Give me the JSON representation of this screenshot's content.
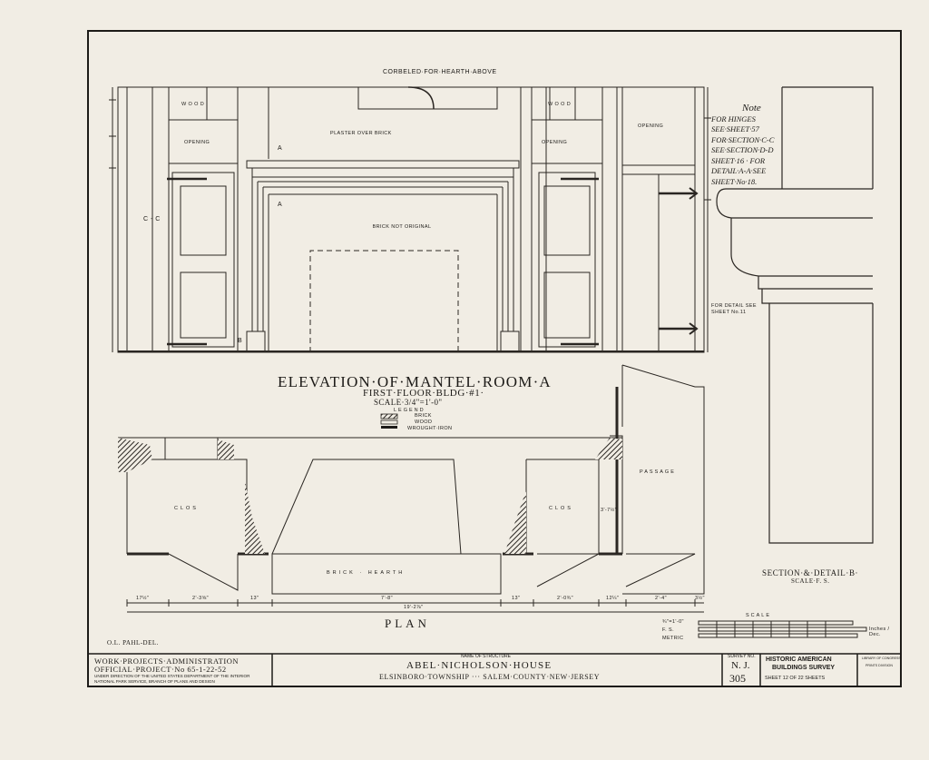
{
  "annotations": {
    "corbeled": "CORBELED·FOR·HEARTH·ABOVE",
    "plaster_over_brick": "PLASTER OVER BRICK",
    "wood_left": "W O O D",
    "wood_right": "W O O D",
    "opening_left": "OPENING",
    "opening_mid": "OPENING",
    "opening_right": "OPENING",
    "brick_not_original": "BRICK NOT ORIGINAL",
    "sec_a_upper": "A",
    "sec_a_lower": "A",
    "sec_c": "C - C",
    "sec_b": "B",
    "for_detail": "FOR DETAIL SEE SHEET No.11"
  },
  "note": {
    "heading": "Note",
    "lines": [
      "FOR HINGES",
      "SEE·SHEET·57",
      "FOR·SECTION·C-C",
      "SEE·SECTION·D-D",
      "SHEET·16 · FOR",
      "DETAIL·A-A·SEE",
      "SHEET·No·18."
    ]
  },
  "elevation": {
    "title": "ELEVATION·OF·MANTEL·ROOM·A",
    "subtitle": "FIRST·FLOOR·BLDG·#1·",
    "scale": "SCALE·3/4\"=1'-0\""
  },
  "legend": {
    "heading": "LEGEND",
    "items": [
      "BRICK",
      "WOOD",
      "WROUGHT·IRON"
    ]
  },
  "plan": {
    "title": "PLAN",
    "clos_left": "CLOS",
    "clos_right": "CLOS",
    "passage": "PASSAGE",
    "hearth": "BRICK · HEARTH",
    "dims": [
      "17½\"",
      "2'-3⅝\"",
      "13\"",
      "7'-8\"",
      "13\"",
      "2'-0¾\"",
      "12¼\"",
      "2'-4\"",
      "3½\""
    ],
    "total": "19'-2⅞\"",
    "dim_right": "3'-7½\""
  },
  "section": {
    "title": "SECTION·&·DETAIL·B·",
    "scale": "SCALE·F. S."
  },
  "scales": {
    "title": "SCALE",
    "labels": [
      "¾\"=1'-0\"",
      "F. S.",
      "METRIC"
    ],
    "right": "Inches / Dec."
  },
  "drawn_by": "O.L. PAHL-DEL.",
  "title_block": {
    "agency": "WORK·PROJECTS·ADMINISTRATION",
    "project": "OFFICIAL·PROJECT·No 65-1-22-52",
    "direction1": "UNDER DIRECTION OF THE UNITED STATES DEPARTMENT OF THE INTERIOR",
    "direction2": "NATIONAL PARK SERVICE, BRANCH OF PLANS AND DESIGN",
    "name_label": "NAME OF STRUCTURE",
    "structure": "ABEL·NICHOLSON·HOUSE",
    "location": "ELSINBORO·TOWNSHIP ··· SALEM·COUNTY·NEW·JERSEY",
    "survey_label": "SURVEY NO.",
    "survey_state": "N. J.",
    "survey_no": "305",
    "habs1": "HISTORIC AMERICAN",
    "habs2": "BUILDINGS SURVEY",
    "sheet": "SHEET 12 OF 22 SHEETS",
    "library1": "LIBRARY OF CONGRESS",
    "library2": "PRINTS DIVISION"
  }
}
